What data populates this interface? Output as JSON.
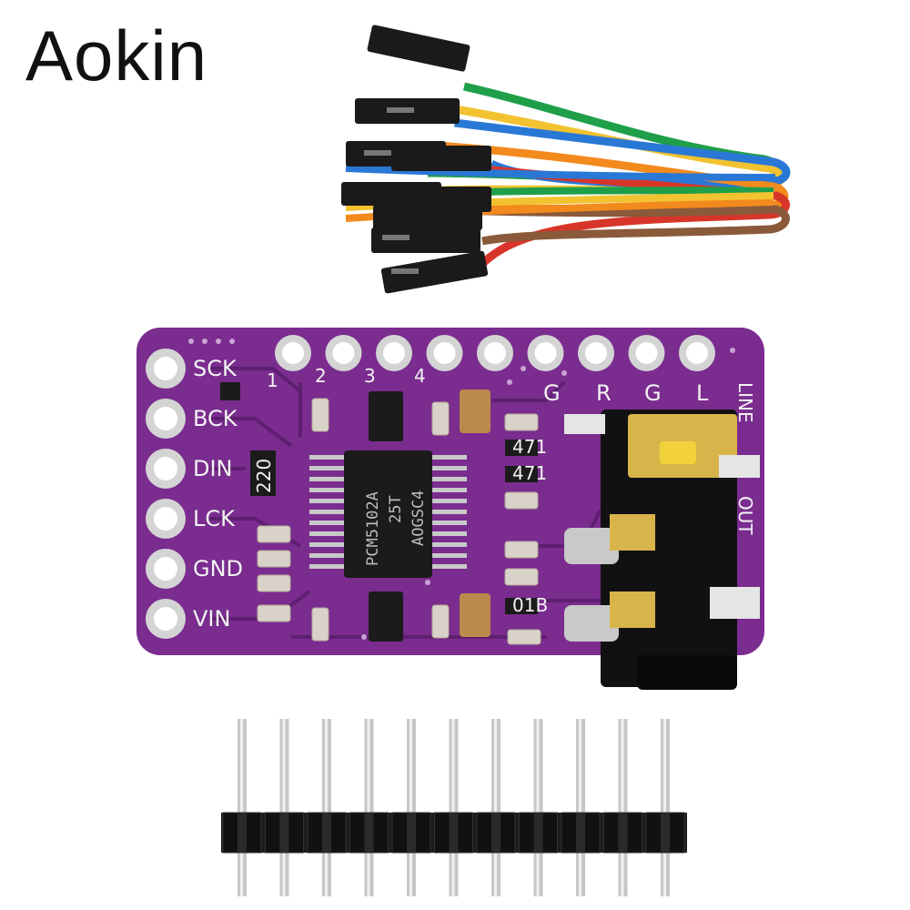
{
  "brand": {
    "logo_text": "Aokin"
  },
  "board": {
    "left_pins": [
      "SCK",
      "BCK",
      "DIN",
      "LCK",
      "GND",
      "VIN"
    ],
    "top_numbers": [
      "1",
      "2",
      "3",
      "4"
    ],
    "top_right_labels": [
      "G",
      "R",
      "G",
      "L"
    ],
    "side_labels": [
      "LINE",
      "OUT"
    ],
    "chip_lines": [
      "PCM5102A",
      "25T",
      "AOGSC4"
    ],
    "resistor_labels": [
      "220",
      "471",
      "471",
      "01B"
    ],
    "colors": {
      "pcb": "#7a2c8f",
      "pcb_dark": "#5e1f70",
      "silk": "#f2f2f2",
      "gold": "#d9b44a"
    }
  },
  "cable": {
    "wire_colors": [
      "#1f9f4a",
      "#f2c230",
      "#2a78d6",
      "#f28a1e",
      "#d8352a",
      "#8a5a3a",
      "#2a78d6",
      "#1f9f4a",
      "#f2c230",
      "#f28a1e"
    ]
  },
  "header": {
    "pin_count": 11
  }
}
